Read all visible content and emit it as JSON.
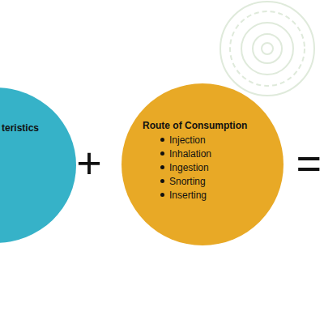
{
  "diagram": {
    "nodes": [
      {
        "text": [
          "teristics"
        ]
      },
      {
        "text": [
          "Route of Consumption",
          "Injection",
          "Inhalation",
          "Ingestion",
          "Snorting",
          "Inserting"
        ]
      }
    ],
    "labels": [
      "+",
      "="
    ]
  }
}
